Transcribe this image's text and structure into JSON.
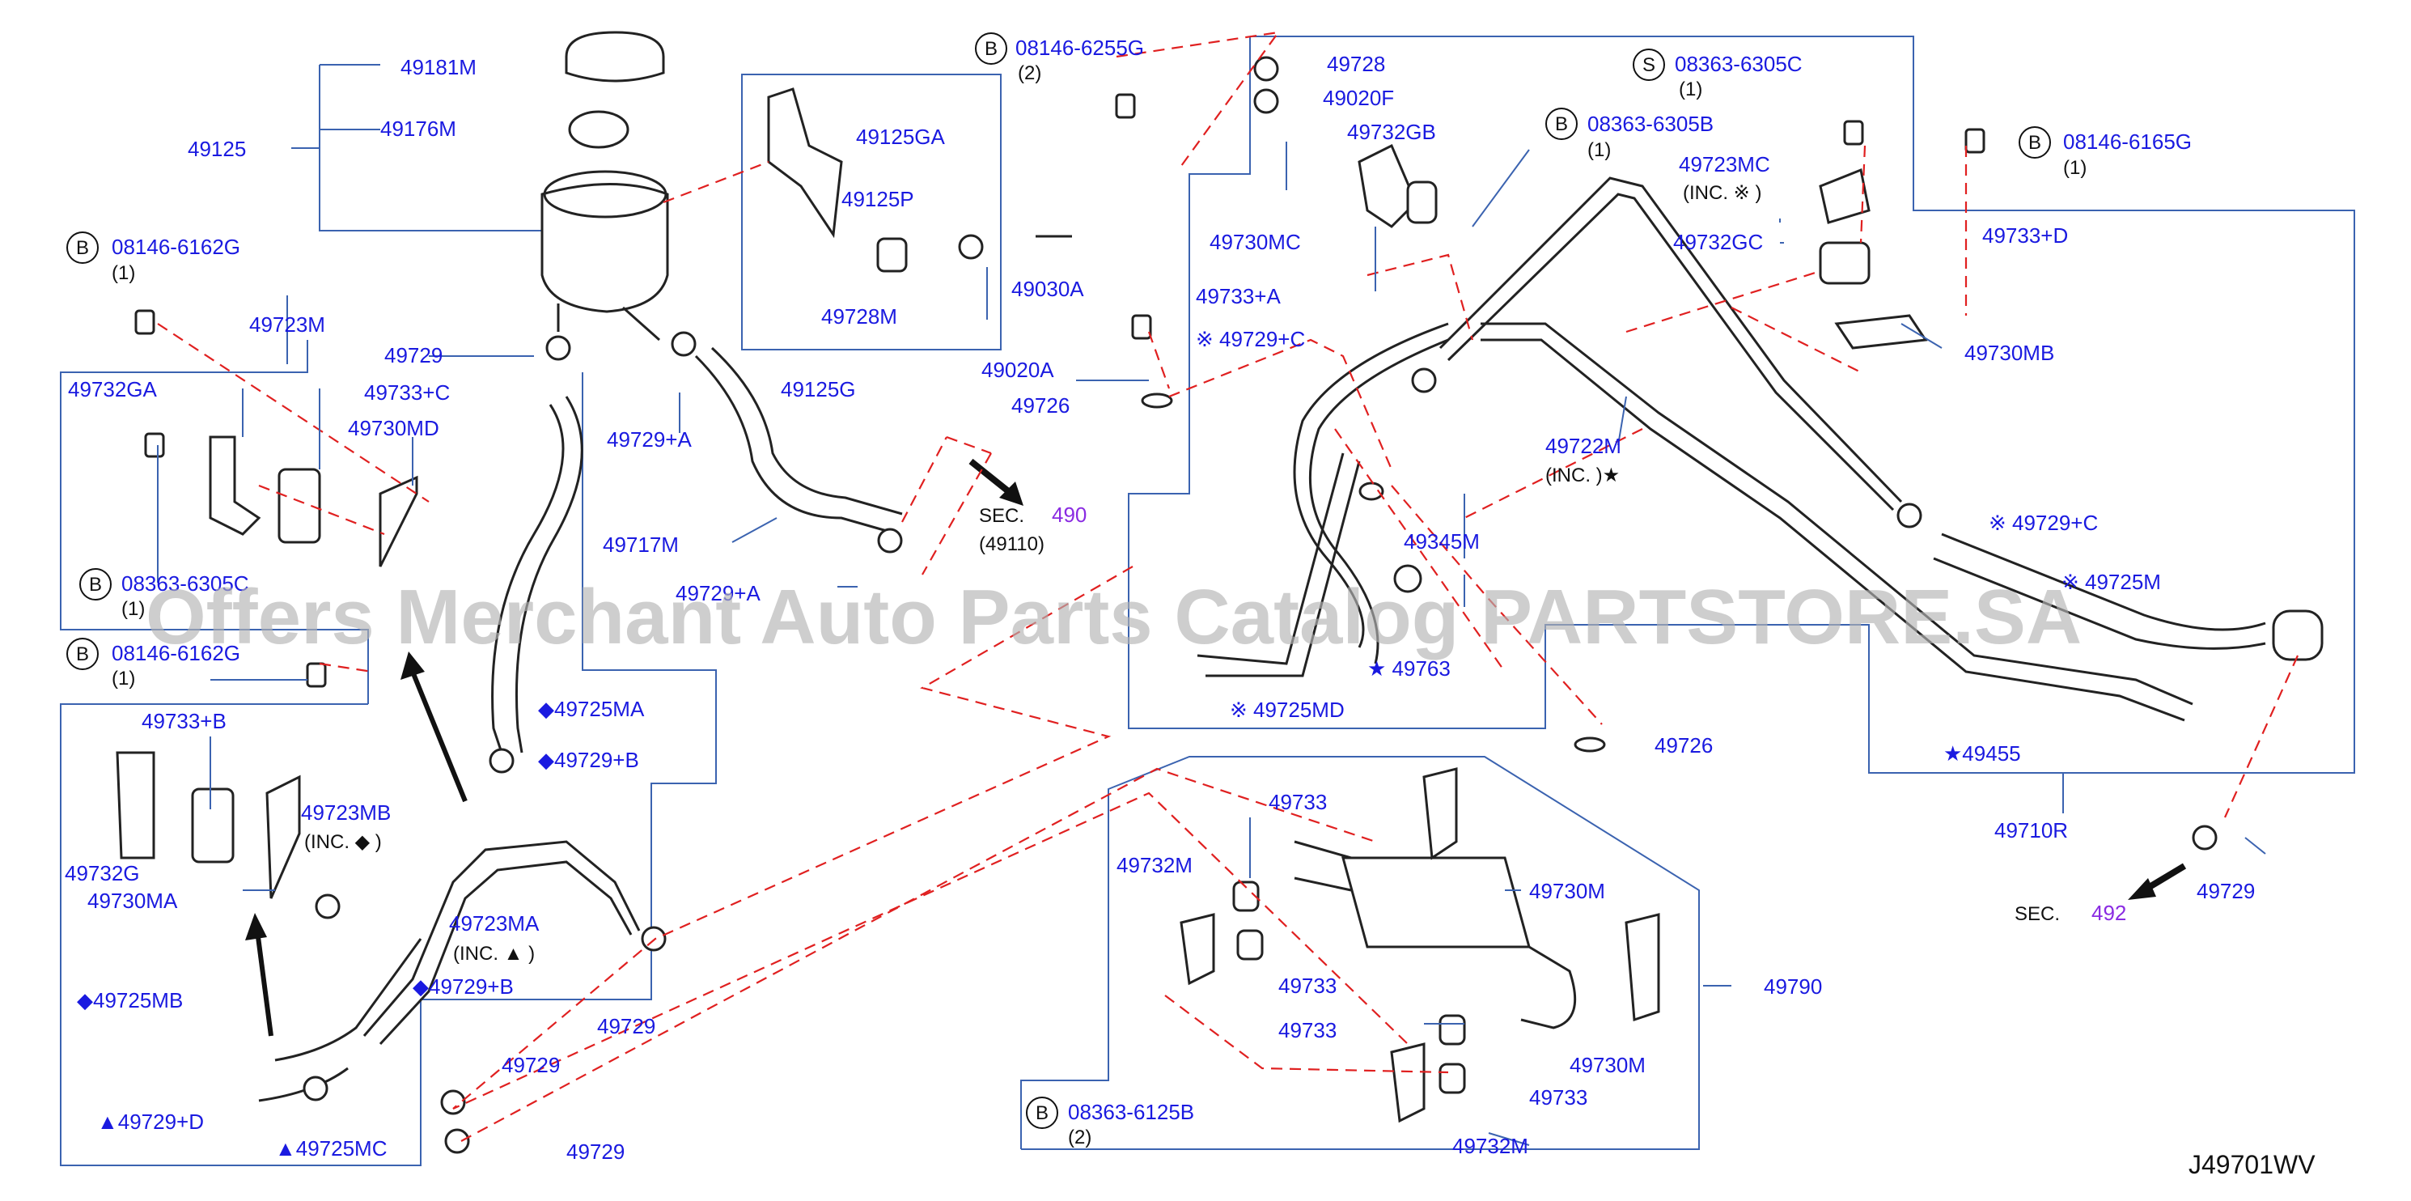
{
  "drawing_code": "J49701WV",
  "watermark": "Offers Merchant Auto Parts Catalog PARTSTORE.SA",
  "sec_refs": [
    {
      "prefix": "SEC.",
      "number": "490",
      "sub": "(49110)"
    },
    {
      "prefix": "SEC.",
      "number": "492",
      "sub": ""
    }
  ],
  "labels": [
    {
      "id": "49181M",
      "text": "49181M"
    },
    {
      "id": "49176M",
      "text": "49176M"
    },
    {
      "id": "49125",
      "text": "49125"
    },
    {
      "id": "b-6162g-1-code",
      "text": "08146-6162G"
    },
    {
      "id": "b-6162g-1-qty",
      "text": "(1)"
    },
    {
      "id": "49723M",
      "text": "49723M"
    },
    {
      "id": "49729-a",
      "text": "49729"
    },
    {
      "id": "49732GA",
      "text": "49732GA"
    },
    {
      "id": "49733+C",
      "text": "49733+C"
    },
    {
      "id": "49730MD",
      "text": "49730MD"
    },
    {
      "id": "b-6305c-left-code",
      "text": "08363-6305C"
    },
    {
      "id": "b-6305c-left-qty",
      "text": "(1)"
    },
    {
      "id": "b-6162g-2-code",
      "text": "08146-6162G"
    },
    {
      "id": "b-6162g-2-qty",
      "text": "(1)"
    },
    {
      "id": "49733+B",
      "text": "49733+B"
    },
    {
      "id": "49723MB",
      "text": "49723MB"
    },
    {
      "id": "49723MB-inc",
      "text": "(INC.   ◆ )"
    },
    {
      "id": "49732G",
      "text": "49732G"
    },
    {
      "id": "49730MA",
      "text": "49730MA"
    },
    {
      "id": "49723MA",
      "text": "49723MA"
    },
    {
      "id": "49723MA-inc",
      "text": "(INC.   ▲   )"
    },
    {
      "id": "49729+B-1",
      "text": "◆49729+B"
    },
    {
      "id": "49725MB",
      "text": "◆49725MB"
    },
    {
      "id": "49729+D",
      "text": "▲49729+D"
    },
    {
      "id": "49725MC",
      "text": "▲49725MC"
    },
    {
      "id": "49729-b",
      "text": "49729"
    },
    {
      "id": "49729-c",
      "text": "49729"
    },
    {
      "id": "49125GA",
      "text": "49125GA"
    },
    {
      "id": "49125P",
      "text": "49125P"
    },
    {
      "id": "49728M",
      "text": "49728M"
    },
    {
      "id": "49030A",
      "text": "49030A"
    },
    {
      "id": "49125G",
      "text": "49125G"
    },
    {
      "id": "49729+A-1",
      "text": "49729+A"
    },
    {
      "id": "49717M",
      "text": "49717M"
    },
    {
      "id": "49729+A-2",
      "text": "49729+A"
    },
    {
      "id": "49725MA",
      "text": "◆49725MA"
    },
    {
      "id": "49729+B-2",
      "text": "◆49729+B"
    },
    {
      "id": "49729-d",
      "text": "49729"
    },
    {
      "id": "b-6255g-code",
      "text": "08146-6255G"
    },
    {
      "id": "b-6255g-qty",
      "text": "(2)"
    },
    {
      "id": "49020A",
      "text": "49020A"
    },
    {
      "id": "49726-a",
      "text": "49726"
    },
    {
      "id": "49728",
      "text": "49728"
    },
    {
      "id": "49020F",
      "text": "49020F"
    },
    {
      "id": "49732GB",
      "text": "49732GB"
    },
    {
      "id": "49730MC",
      "text": "49730MC"
    },
    {
      "id": "49733+A",
      "text": "49733+A"
    },
    {
      "id": "49729+C-1",
      "text": "※ 49729+C"
    },
    {
      "id": "b-6305b-code",
      "text": "08363-6305B"
    },
    {
      "id": "b-6305b-qty",
      "text": "(1)"
    },
    {
      "id": "s-6305c-code",
      "text": "08363-6305C"
    },
    {
      "id": "s-6305c-qty",
      "text": "(1)"
    },
    {
      "id": "49723MC",
      "text": "49723MC"
    },
    {
      "id": "49723MC-inc",
      "text": "(INC.   ※ )"
    },
    {
      "id": "49732GC",
      "text": "49732GC"
    },
    {
      "id": "49733+D",
      "text": "49733+D"
    },
    {
      "id": "b-6165g-code",
      "text": "08146-6165G"
    },
    {
      "id": "b-6165g-qty",
      "text": "(1)"
    },
    {
      "id": "49730MB",
      "text": "49730MB"
    },
    {
      "id": "49722M",
      "text": "49722M"
    },
    {
      "id": "49722M-inc",
      "text": "(INC.       )★"
    },
    {
      "id": "49345M",
      "text": "49345M"
    },
    {
      "id": "49763",
      "text": "★ 49763"
    },
    {
      "id": "49725MD",
      "text": "※  49725MD"
    },
    {
      "id": "49729+C-2",
      "text": "※ 49729+C"
    },
    {
      "id": "49725M",
      "text": "※ 49725M"
    },
    {
      "id": "49726-b",
      "text": "49726"
    },
    {
      "id": "49455",
      "text": "★49455"
    },
    {
      "id": "49710R",
      "text": "49710R"
    },
    {
      "id": "49729-e",
      "text": "49729"
    },
    {
      "id": "49733-1",
      "text": "49733"
    },
    {
      "id": "49732M-1",
      "text": "49732M"
    },
    {
      "id": "49730M-1",
      "text": "49730M"
    },
    {
      "id": "49733-2",
      "text": "49733"
    },
    {
      "id": "49733-3",
      "text": "49733"
    },
    {
      "id": "49790",
      "text": "49790"
    },
    {
      "id": "49730M-2",
      "text": "49730M"
    },
    {
      "id": "49733-4",
      "text": "49733"
    },
    {
      "id": "b-6125b-code",
      "text": "08363-6125B"
    },
    {
      "id": "b-6125b-qty",
      "text": "(2)"
    },
    {
      "id": "49732M-2",
      "text": "49732M"
    }
  ],
  "callout_letters": {
    "b": "B",
    "s": "S"
  }
}
